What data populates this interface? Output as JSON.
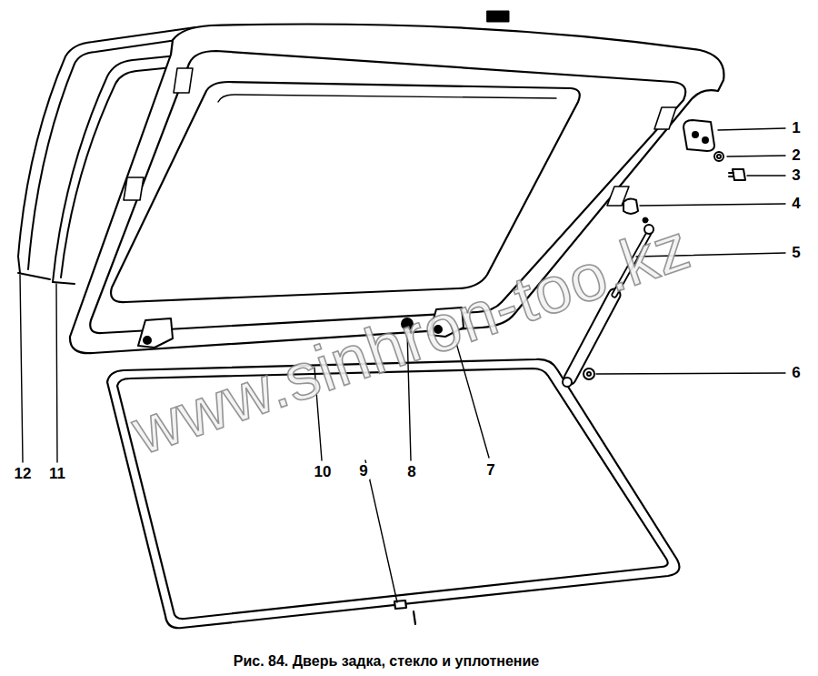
{
  "diagram": {
    "caption": "Рис. 84. Дверь задка, стекло и уплотнение",
    "labels": [
      "1",
      "2",
      "3",
      "4",
      "5",
      "6",
      "7",
      "8",
      "9",
      "10",
      "11",
      "12",
      "www.sinhron-too.kz"
    ]
  }
}
